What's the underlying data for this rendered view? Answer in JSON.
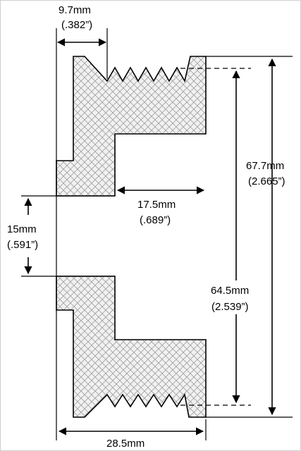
{
  "dimensions": {
    "groove_depth": {
      "mm": "9.7mm",
      "inch": "(.382”)"
    },
    "overall_diameter": {
      "mm": "67.7mm",
      "inch": "(2.665”)"
    },
    "bore_depth": {
      "mm": "17.5mm",
      "inch": "(.689”)"
    },
    "bore_diameter": {
      "mm": "15mm",
      "inch": "(.591”)"
    },
    "groove_diameter": {
      "mm": "64.5mm",
      "inch": "(2.539”)"
    },
    "overall_width": {
      "mm": "28.5mm"
    }
  },
  "colors": {
    "hatch": "#9a9a9a",
    "fill": "#f1f1f1",
    "line": "#000000"
  }
}
